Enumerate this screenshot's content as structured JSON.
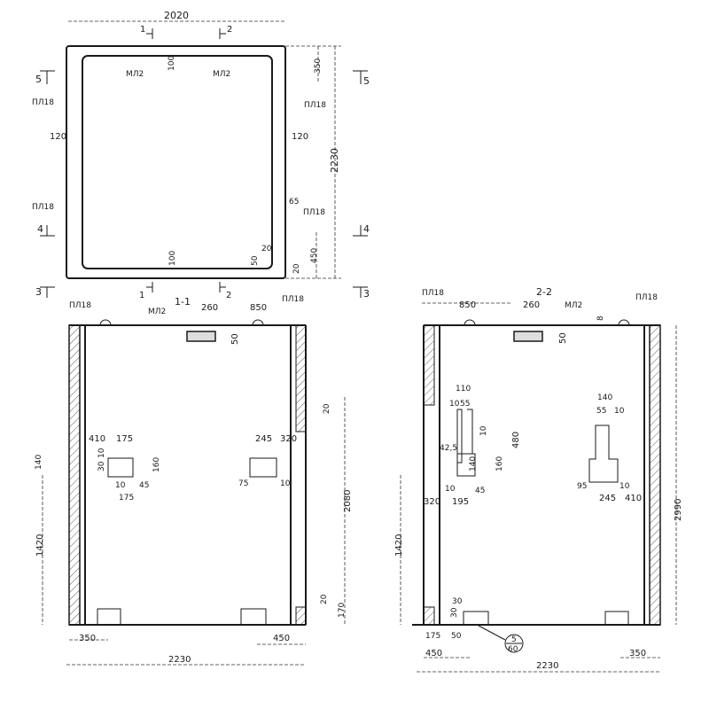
{
  "plan": {
    "overall_width": "2020",
    "overall_height": "2230",
    "section_mark_1": "1",
    "section_mark_2": "2",
    "section_mark_3_left": "3",
    "section_mark_3_right": "3",
    "section_mark_4_left": "4",
    "section_mark_4_right": "4",
    "section_mark_5_left": "5",
    "section_mark_5_right": "5",
    "section_mark_1_bottom": "1",
    "section_mark_2_bottom": "2",
    "ml2_left": "МЛ2",
    "ml2_right": "МЛ2",
    "pl18_top_left": "ПЛ18",
    "pl18_top_right": "ПЛ18",
    "pl18_bottom_left": "ПЛ18",
    "pl18_bottom_right": "ПЛ18",
    "wall_left": "120",
    "wall_right": "120",
    "top_thickness": "100",
    "bottom_thickness": "100",
    "dim_350": "350",
    "dim_65": "65",
    "dim_450": "450",
    "dim_20a": "20",
    "dim_50": "50",
    "dim_20b": "20"
  },
  "section_1_1": {
    "title": "1-1",
    "pl18_left": "ПЛ18",
    "pl18_right": "ПЛ18",
    "ml2": "МЛ2",
    "dim_260": "260",
    "dim_850": "850",
    "dim_50": "50",
    "dim_20_top": "20",
    "dim_410": "410",
    "dim_175_top": "175",
    "dim_245": "245",
    "dim_320": "320",
    "dim_140": "140",
    "dim_10a": "10",
    "dim_30": "30",
    "dim_160": "160",
    "dim_10b": "10",
    "dim_45": "45",
    "dim_175_bottom": "175",
    "dim_75": "75",
    "dim_10c": "10",
    "dim_2080": "2080",
    "dim_1420": "1420",
    "dim_20_bottom": "20",
    "dim_170": "170",
    "dim_350": "350",
    "dim_450": "450",
    "dim_2230": "2230"
  },
  "section_2_2": {
    "title": "2-2",
    "pl18_left": "ПЛ18",
    "pl18_right": "ПЛ18",
    "ml2": "МЛ2",
    "dim_850": "850",
    "dim_260": "260",
    "dim_8": "8",
    "dim_50": "50",
    "dim_110": "110",
    "dim_10a": "10",
    "dim_55a": "55",
    "dim_10b": "10",
    "dim_480": "480",
    "dim_425": "42,5",
    "dim_140a": "140",
    "dim_160": "160",
    "dim_10c": "10",
    "dim_45": "45",
    "dim_320": "320",
    "dim_195": "195",
    "dim_140b": "140",
    "dim_55b": "55",
    "dim_10d": "10",
    "dim_95": "95",
    "dim_10e": "10",
    "dim_245": "245",
    "dim_410": "410",
    "dim_2990": "2990",
    "dim_1420": "1420",
    "dim_30a": "30",
    "dim_30b": "30",
    "dim_175": "175",
    "dim_50b": "50",
    "callout_top": "5",
    "callout_bottom": "60",
    "dim_450": "450",
    "dim_350": "350",
    "dim_2230": "2230"
  }
}
